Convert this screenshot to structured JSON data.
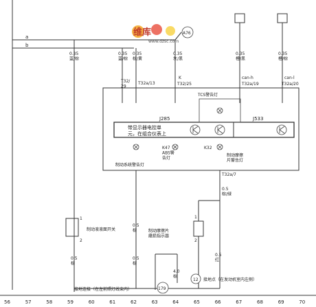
{
  "bus": {
    "a": "a",
    "b": "b"
  },
  "logo": {
    "cn": "维库",
    "site": "www.dzsc.com"
  },
  "refs": {
    "a76": "A76",
    "c179": "179",
    "c12": "12"
  },
  "wires": {
    "w1": "0.35\n蓝/棕",
    "w2": "0.35\n蓝/棕",
    "w3": "0.35\n棕/黄",
    "w4": "0.35\n灰/黑",
    "w5": "0.35\n橙/黑",
    "w6": "0.35\n橙/棕",
    "w7": "0.5\n棕/绿",
    "w8": "0.5\n棕",
    "w9": "0.5\n棕",
    "w10": "0.5\n红",
    "w11": "4.0\n棕",
    "w12": "0.5\n棕"
  },
  "pins": {
    "t32_29": "T32/\n29",
    "t32a_13": "T32a/13",
    "k": "K",
    "t32_25": "T32/25",
    "canh": "can-h",
    "t32a_19": "T32a/19",
    "canl": "can-l",
    "t32a_20": "T32a/20",
    "t32a_7": "T32a/7",
    "p1": "1",
    "p2": "2",
    "p1b": "1",
    "p2b": "2"
  },
  "labels": {
    "tcs": "TCS警告灯",
    "j285": "J285",
    "j285_desc": "带显示器电控单\n元，在组合仪表上",
    "j533": "J533",
    "k47": "K47\nABS警\n告灯",
    "k32": "K32",
    "k32_desc": "制动摩擦\n片警告灯",
    "brake_lamp": "制动系统警告灯",
    "fluid_switch": "制动液液面开关",
    "pad_sensor": "制动摩擦片\n磨损指示器",
    "ground_left": "接地连接（在左前照灯线束内）",
    "ground_right": "接地点（在发动机室内左侧）"
  },
  "scale": [
    "56",
    "57",
    "58",
    "59",
    "60",
    "61",
    "62",
    "63",
    "64",
    "65",
    "66",
    "67",
    "68",
    "69",
    "70"
  ]
}
